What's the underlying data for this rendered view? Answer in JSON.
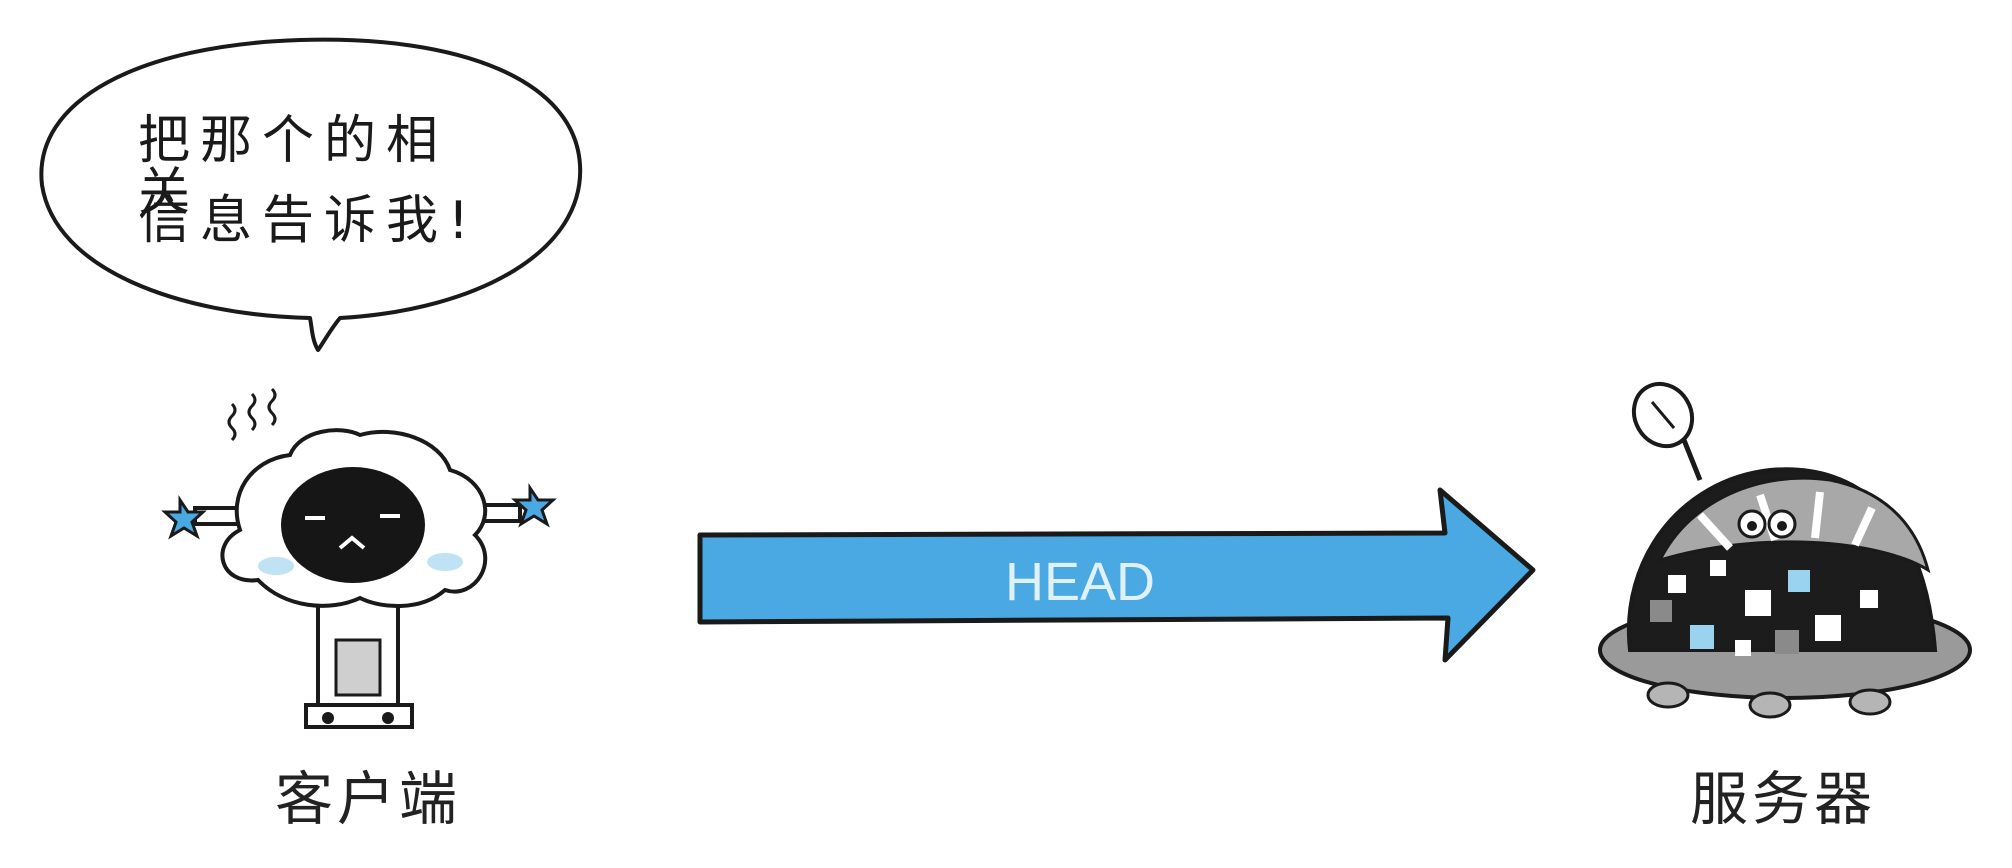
{
  "bubble": {
    "line1": "把那个的相关",
    "line2": "信息告诉我!"
  },
  "arrow": {
    "method": "HEAD",
    "color": "#4aa8e2"
  },
  "client": {
    "label": "客户端"
  },
  "server": {
    "label": "服务器"
  }
}
